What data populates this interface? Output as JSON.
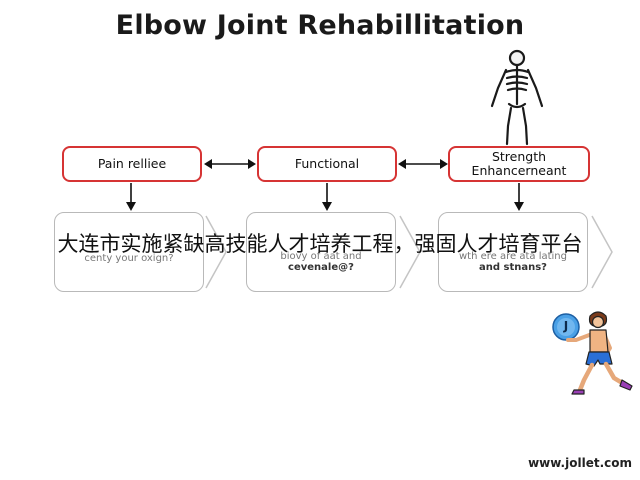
{
  "title": "Elbow Joint Rehabillitation",
  "stages": [
    {
      "label_line1": "Pain relliee",
      "label_line2": ""
    },
    {
      "label_line1": "Functional",
      "label_line2": ""
    },
    {
      "label_line1": "Strength",
      "label_line2": "Enhancerneant"
    }
  ],
  "details": [
    {
      "line1": "",
      "line2": "",
      "line3": "centy your oxign?"
    },
    {
      "line1": "",
      "line2": "biovy of aat and",
      "line3": "cevenale@?"
    },
    {
      "line1": "",
      "line2": "wth ere are ata lating",
      "line3": "and stnans?"
    }
  ],
  "banner": "大连市实施紧缺高技能人才培养工程，强固人才培育平台",
  "ball_letter": "J",
  "footer": "www.jollet.com",
  "colors": {
    "stage_border": "#d63434",
    "detail_border": "#b9b9b9",
    "ball": "#4aa0e6",
    "shorts": "#2a6fd6",
    "shoes": "#9a3fb5"
  }
}
